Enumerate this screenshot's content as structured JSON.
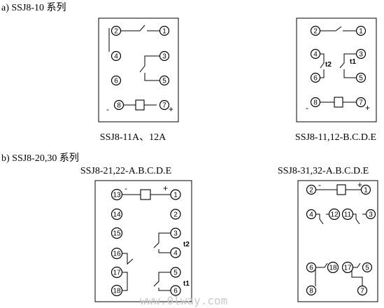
{
  "section_a": {
    "label": "a) SSJ8-10 系列"
  },
  "section_b": {
    "label": "b) SSJ8-20,30 系列"
  },
  "diagrams": {
    "d1": {
      "caption": "SSJ8-11A、12A",
      "terminals": [
        "2",
        "1",
        "4",
        "3",
        "6",
        "5",
        "8",
        "7"
      ],
      "polarity": {
        "minus": "-",
        "plus": "+"
      }
    },
    "d2": {
      "caption": "SSJ8-11,12-B.C.D.E",
      "terminals": [
        "2",
        "1",
        "4",
        "3",
        "6",
        "5",
        "8",
        "7"
      ],
      "timers": [
        "t2",
        "t1"
      ],
      "polarity": {
        "minus": "-",
        "plus": "+"
      }
    },
    "d3": {
      "caption": "SSJ8-21,22-A.B.C.D.E",
      "terminals": [
        "13",
        "1",
        "14",
        "2",
        "15",
        "3",
        "16",
        "4",
        "17",
        "5",
        "18",
        "6"
      ],
      "timers": [
        "t2",
        "t1"
      ],
      "polarity": {
        "minus": "-",
        "plus": "+"
      }
    },
    "d4": {
      "caption": "SSJ8-31,32-A.B.C.D.E",
      "terminals": [
        "2",
        "1",
        "4",
        "12",
        "11",
        "3",
        "6",
        "18",
        "17",
        "5",
        "8",
        "7"
      ],
      "polarity": {
        "minus": "-",
        "plus": "+"
      }
    }
  },
  "watermark": "www.0lway.com"
}
